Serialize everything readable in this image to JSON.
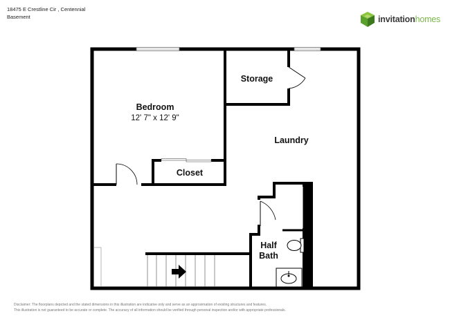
{
  "header": {
    "address": "18475 E Crestline Cir , Centennial",
    "level": "Basement"
  },
  "brand": {
    "name_part1": "invitation",
    "name_part2": "homes",
    "logo_colors": [
      "#8cc63f",
      "#5aa02c",
      "#3d7a1e",
      "#b5d96f"
    ]
  },
  "rooms": {
    "bedroom": {
      "name": "Bedroom",
      "dims": "12' 7\" x 12' 9\""
    },
    "storage": {
      "name": "Storage"
    },
    "laundry": {
      "name": "Laundry"
    },
    "closet": {
      "name": "Closet"
    },
    "half_bath": {
      "line1": "Half",
      "line2": "Bath"
    }
  },
  "disclaimer": {
    "line1": "Disclaimer: The floorplans depicted and the stated dimensions in this illustration are indicative only and serve as an approximation of existing structures and features.",
    "line2": "This illustration is not guaranteed to be accurate or complete. The accuracy of all information should be verified through personal inspection and/or with appropriate professionals."
  }
}
